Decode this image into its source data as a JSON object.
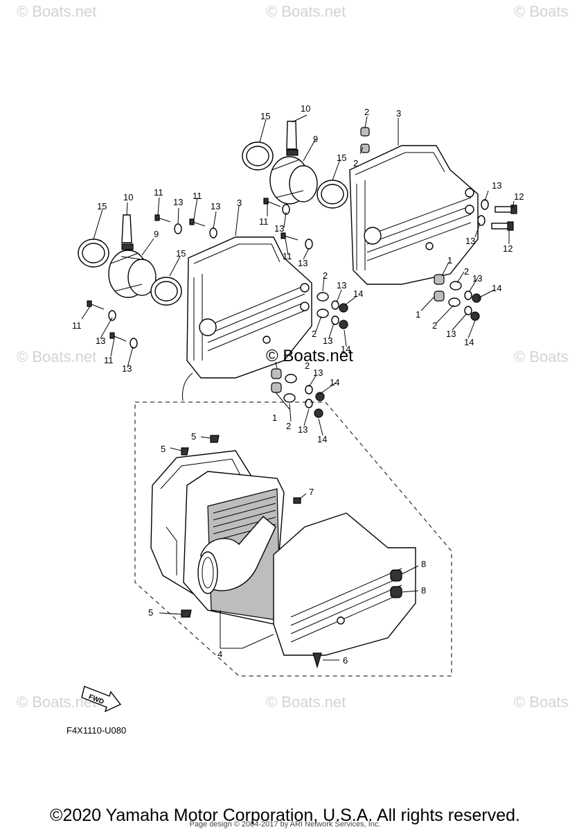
{
  "watermark": "© Boats.net",
  "center_watermark": "© Boats.net",
  "diagram_code": "F4X1110-U080",
  "fwd_label": "FWD",
  "copyright": "©2020 Yamaha Motor Corporation, U.S.A. All rights reserved.",
  "credit": "Page design © 2004-2017 by ARI Network Services, Inc.",
  "callouts": [
    "1",
    "2",
    "3",
    "4",
    "5",
    "6",
    "7",
    "8",
    "9",
    "10",
    "11",
    "12",
    "13",
    "14",
    "15"
  ]
}
